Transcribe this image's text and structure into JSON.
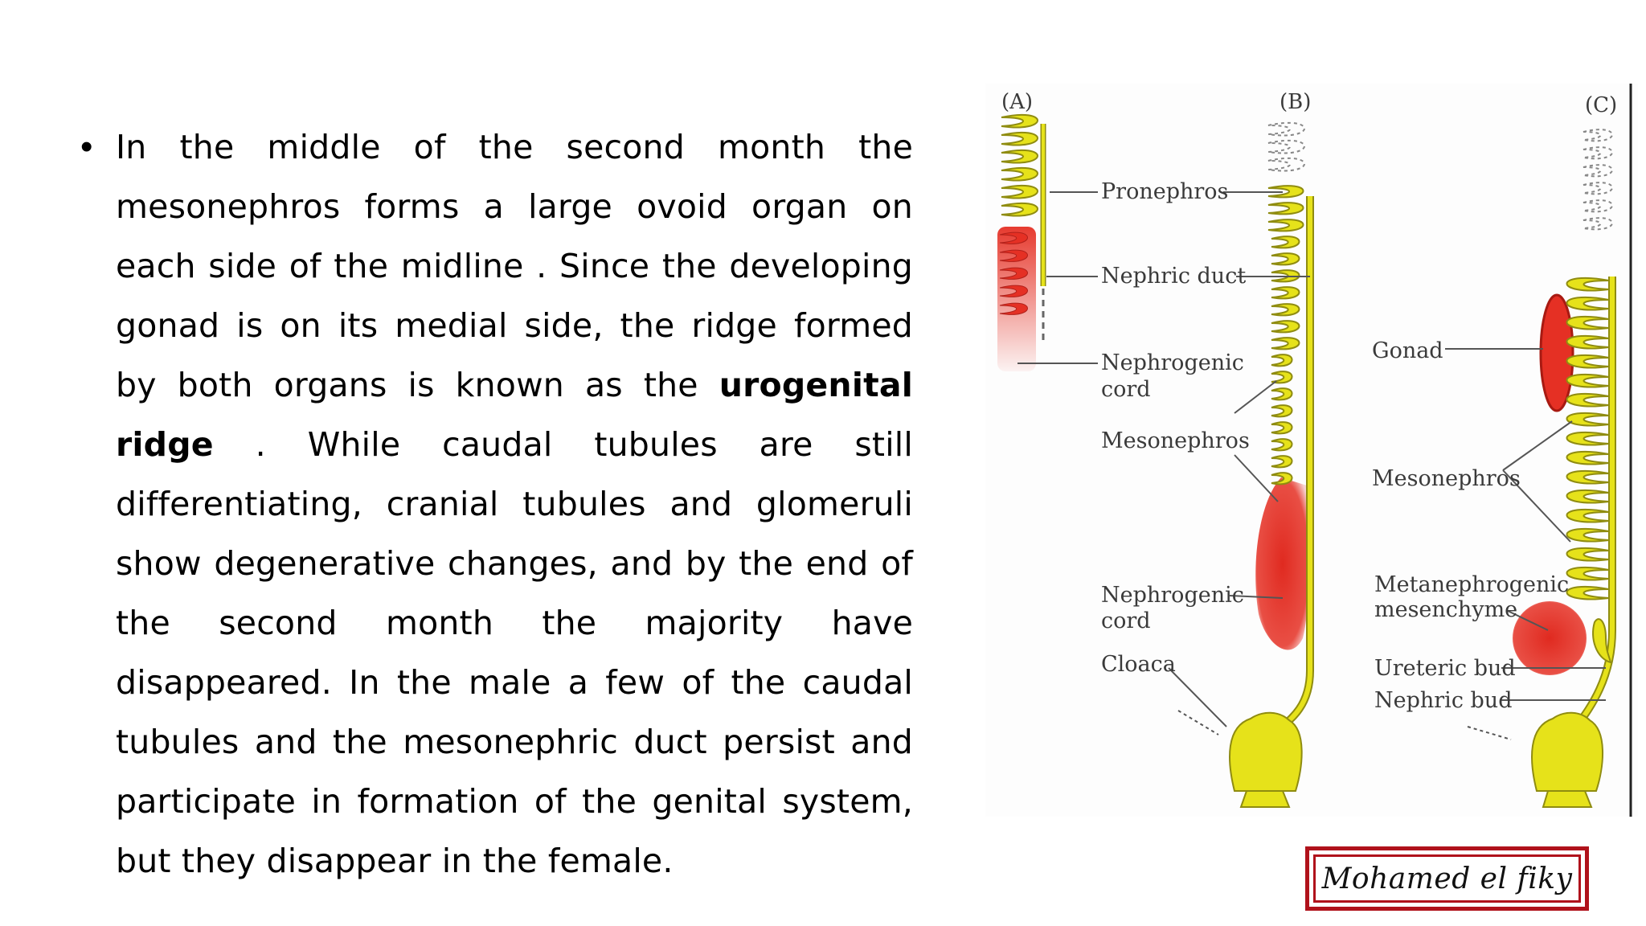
{
  "slide": {
    "bullet": {
      "before_bold": "In the middle of the second month the mesonephros forms a large ovoid organ on each side of the midline . Since the developing gonad is on its medial side, the ridge formed by both organs is known as the ",
      "bold": "urogenital ridge",
      "after_bold": " . While caudal tubules are still differentiating, cranial tubules and glomeruli show degenerative changes, and by the end of the second month the majority have disappeared. In the male a few of the caudal tubules and the mesonephric duct persist and participate in formation of the genital system, but they disappear in the female."
    },
    "figure": {
      "panels": [
        "(A)",
        "(B)",
        "(C)"
      ],
      "labels_b": {
        "pronephros": "Pronephros",
        "nephric_duct": "Nephric duct",
        "nephrogenic_cord_1": "Nephrogenic",
        "nephrogenic_cord_2": "cord",
        "mesonephros": "Mesonephros",
        "nephrogenic2_1": "Nephrogenic",
        "nephrogenic2_2": "cord",
        "cloaca": "Cloaca"
      },
      "labels_c": {
        "gonad": "Gonad",
        "mesonephros": "Mesonephros",
        "metanephrogenic_1": "Metanephrogenic",
        "metanephrogenic_2": "mesenchyme",
        "ureteric_bud": "Ureteric bud",
        "nephric_bud": "Nephric bud"
      },
      "colors": {
        "tubule": "#e6e21a",
        "tubule_stroke": "#8f8c10",
        "tissue": "#e53024",
        "line": "#555555"
      }
    },
    "signature": "Mohamed el fiky"
  }
}
